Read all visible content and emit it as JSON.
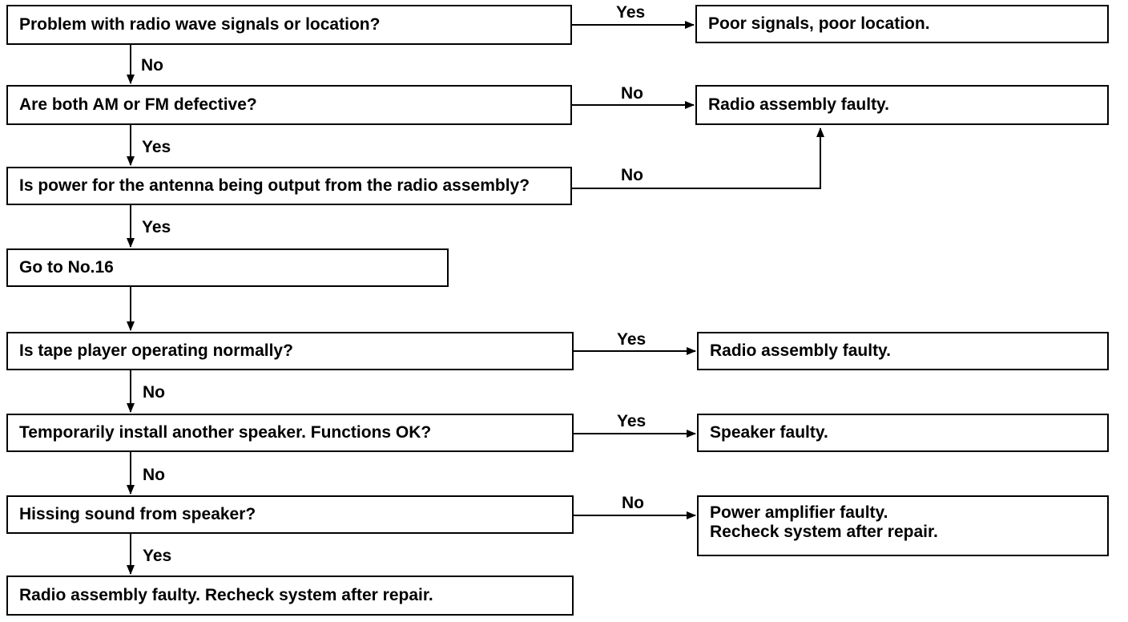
{
  "flowchart": {
    "questions": [
      {
        "id": "q1",
        "text": "Problem with radio wave signals or location?"
      },
      {
        "id": "q2",
        "text": "Are both AM or FM defective?"
      },
      {
        "id": "q3",
        "text": "Is power for the antenna being output from the radio assembly?"
      },
      {
        "id": "q4",
        "text": "Go to No.16"
      },
      {
        "id": "q5",
        "text": "Is tape player operating normally?"
      },
      {
        "id": "q6",
        "text": "Temporarily install another speaker. Functions OK?"
      },
      {
        "id": "q7",
        "text": "Hissing sound from speaker?"
      },
      {
        "id": "q8",
        "text": "Radio assembly faulty. Recheck system after repair."
      }
    ],
    "results": [
      {
        "id": "r1",
        "text": "Poor signals, poor location."
      },
      {
        "id": "r2",
        "text": "Radio assembly faulty."
      },
      {
        "id": "r3",
        "text": "Radio assembly faulty."
      },
      {
        "id": "r4",
        "text": "Speaker faulty."
      },
      {
        "id": "r5",
        "lines": [
          "Power amplifier faulty.",
          "Recheck system after repair."
        ]
      }
    ],
    "branch_labels": {
      "q1_right": "Yes",
      "q1_down": "No",
      "q2_right": "No",
      "q2_down": "Yes",
      "q3_right": "No",
      "q3_down": "Yes",
      "q5_right": "Yes",
      "q5_down": "No",
      "q6_right": "Yes",
      "q6_down": "No",
      "q7_right": "No",
      "q7_down": "Yes"
    }
  }
}
